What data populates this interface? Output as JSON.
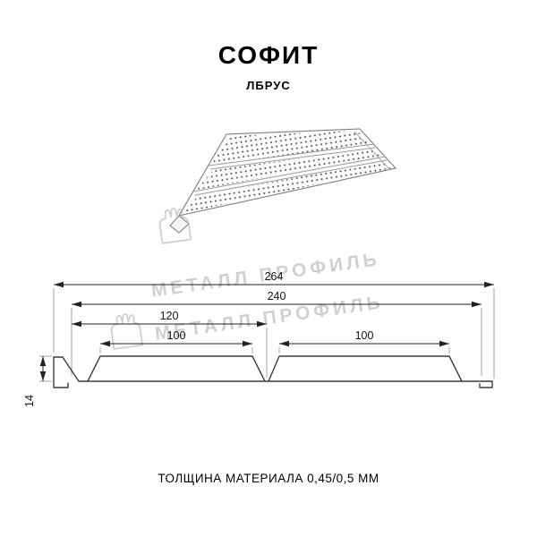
{
  "header": {
    "title": "СОФИТ",
    "subtitle": "ЛБРУС"
  },
  "watermark": {
    "text": "МЕТАЛЛ ПРОФИЛЬ"
  },
  "dimensions": {
    "overall": "264",
    "inner": "240",
    "left_half": "120",
    "left_face": "100",
    "right_face": "100",
    "height": "14"
  },
  "footer": {
    "material_note": "ТОЛЩИНА МАТЕРИАЛА 0,45/0,5 ММ"
  }
}
